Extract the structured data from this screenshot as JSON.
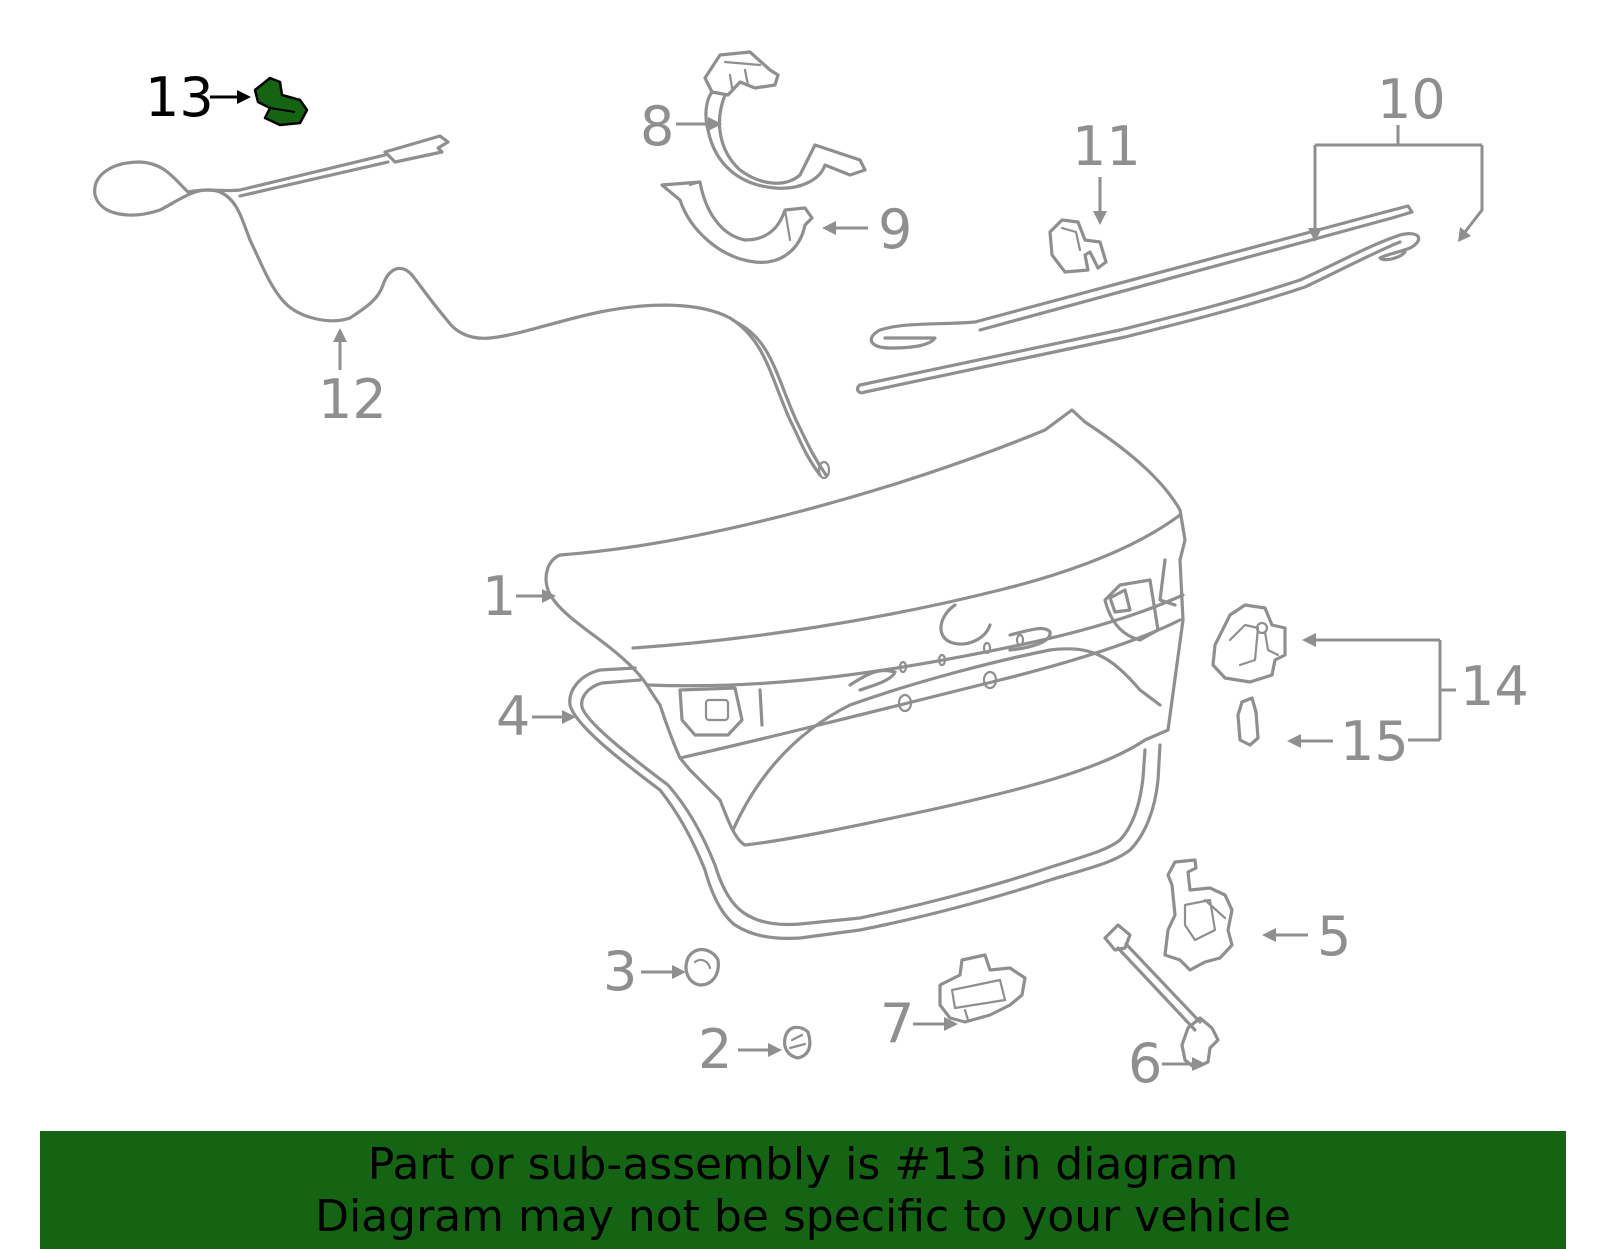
{
  "callouts": {
    "c1": "1",
    "c2": "2",
    "c3": "3",
    "c4": "4",
    "c5": "5",
    "c6": "6",
    "c7": "7",
    "c8": "8",
    "c9": "9",
    "c10": "10",
    "c11": "11",
    "c12": "12",
    "c13": "13",
    "c14": "14",
    "c15": "15"
  },
  "highlight": {
    "part_number": "13",
    "color": "#146414"
  },
  "banner": {
    "line1": "Part or sub-assembly is #13 in diagram",
    "line2": "Diagram may not be specific to your vehicle",
    "background": "#146414"
  }
}
